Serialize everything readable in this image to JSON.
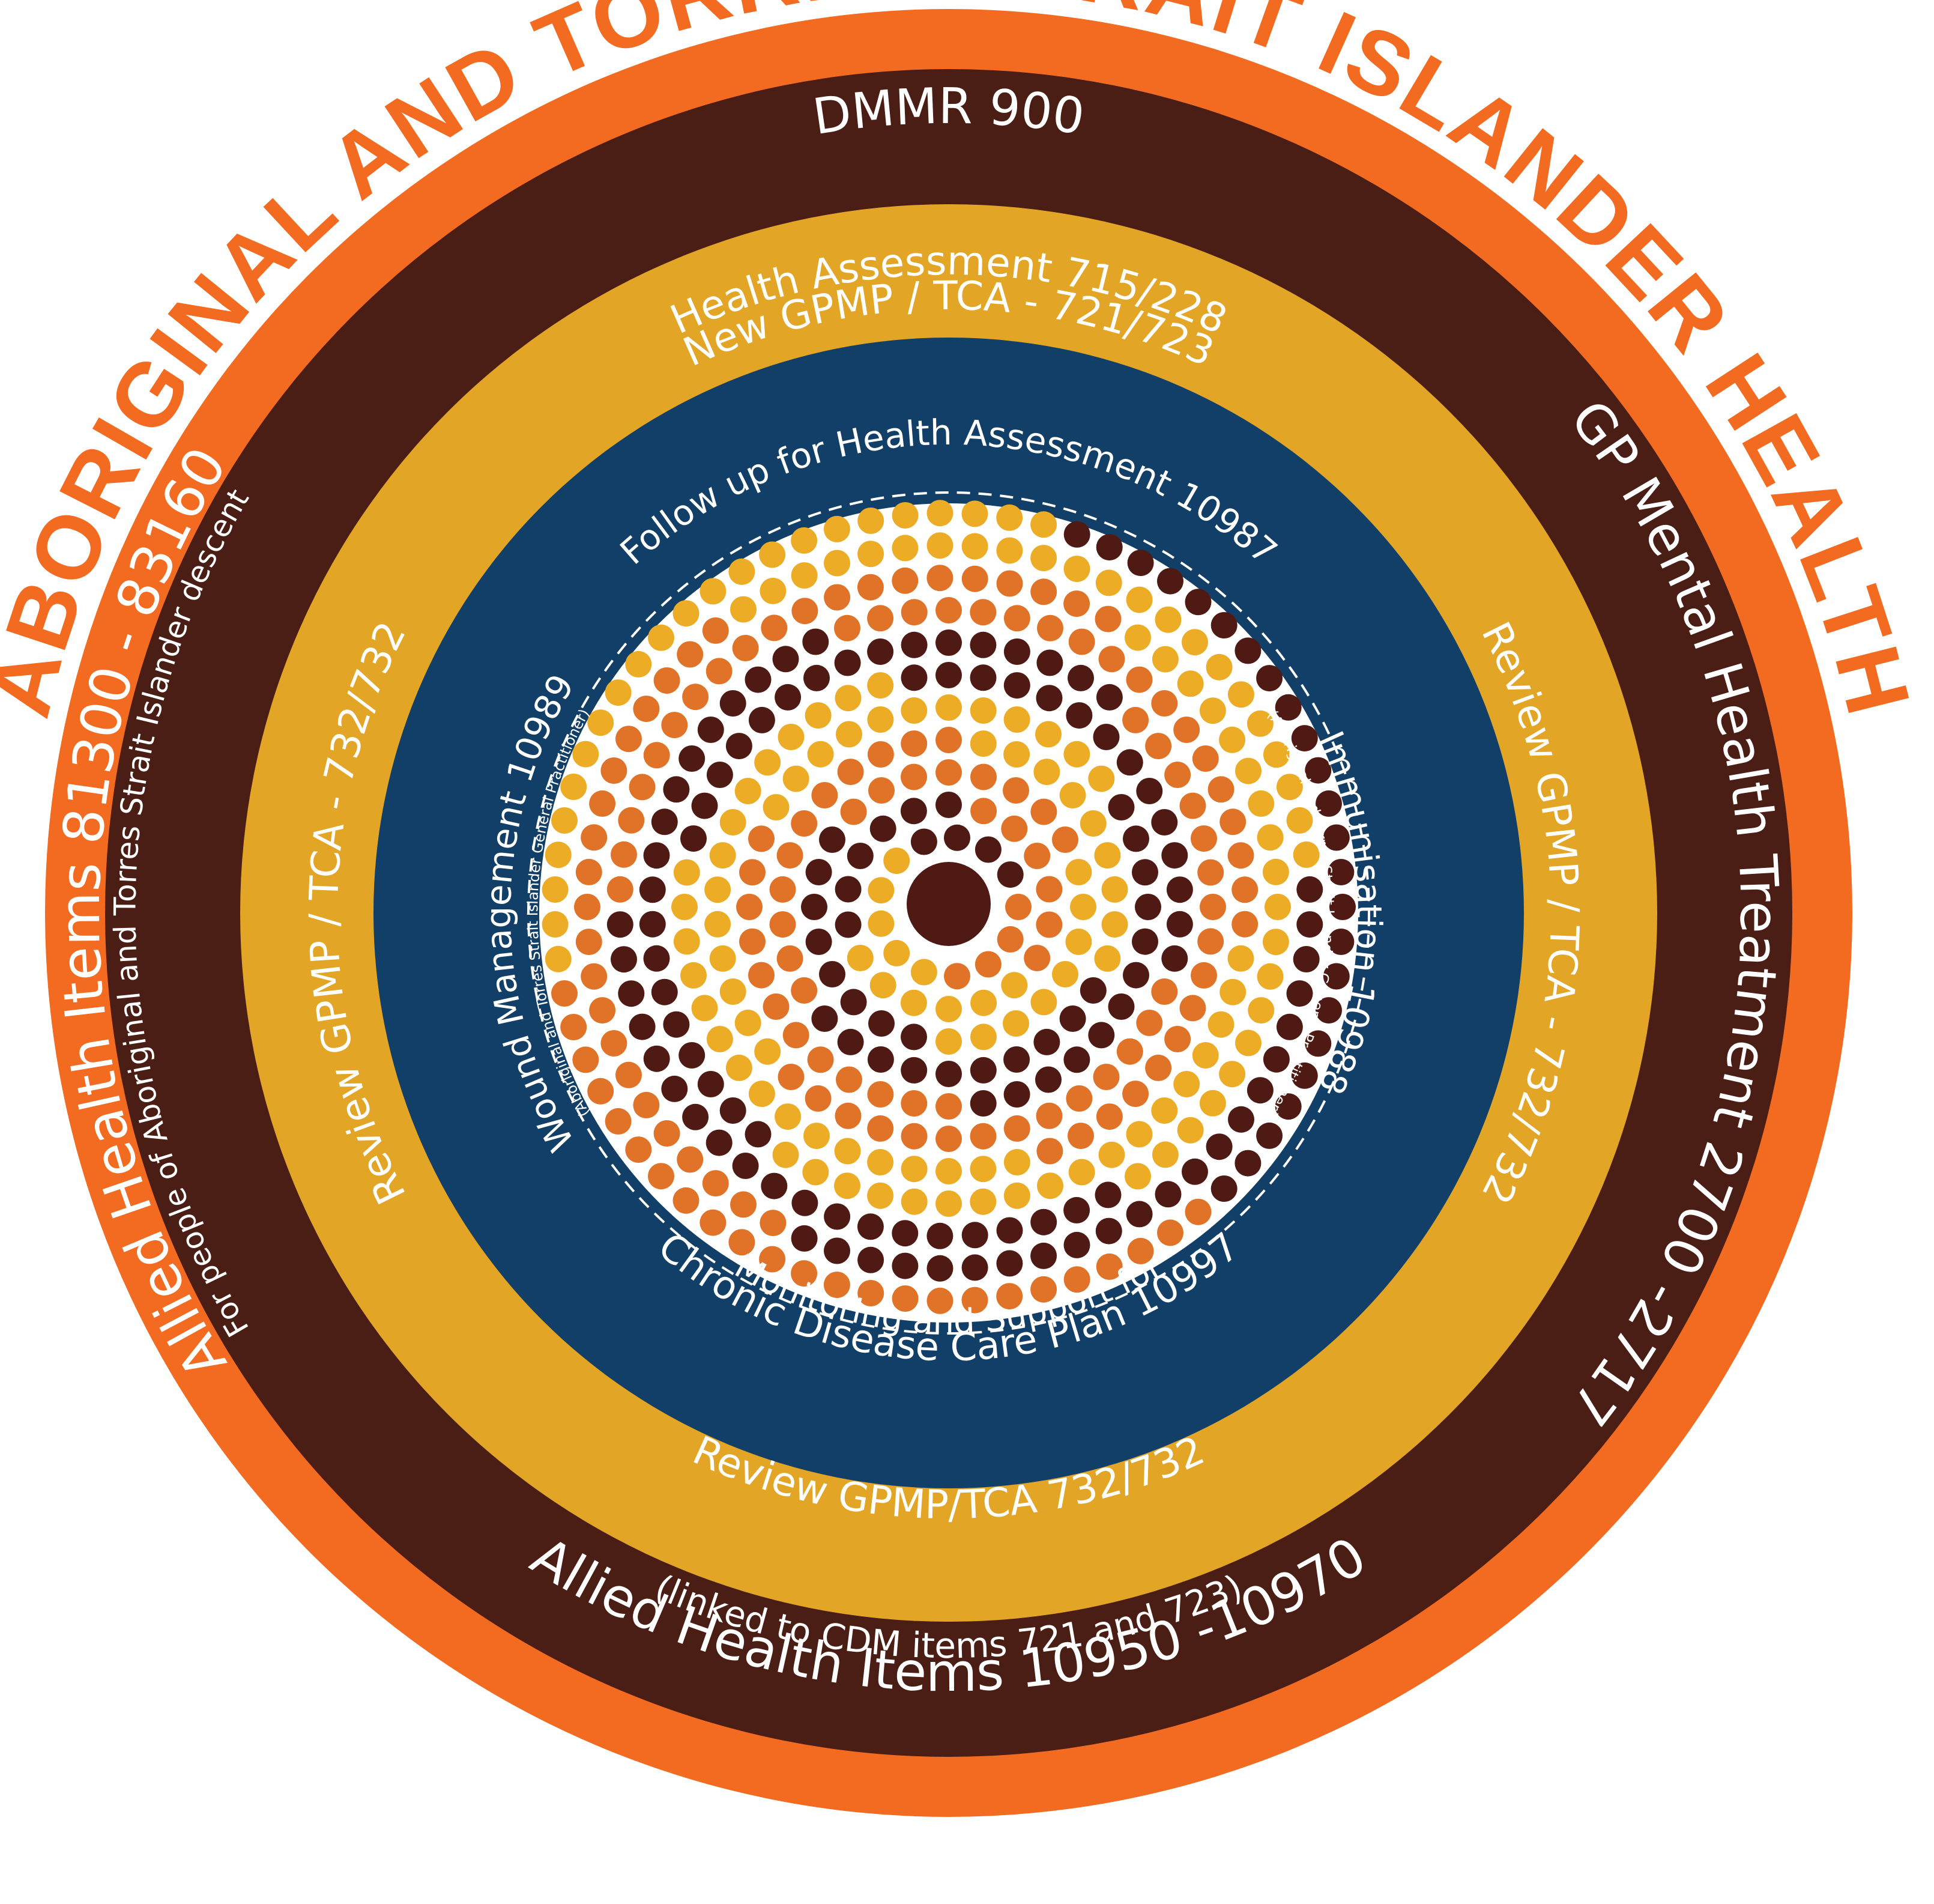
{
  "title": "ABORIGINAL AND TORRES STRAIT ISLANDER HEALTH",
  "colors": {
    "orange": "#F26B21",
    "brown": "#4A1E14",
    "gold": "#E3A526",
    "navy": "#123F67",
    "white": "#FFFFFF",
    "dot_brown": "#4E1A13",
    "dot_orange": "#E07328",
    "dot_gold": "#EDAC25"
  },
  "rings": {
    "outer_brown": {
      "top": "DMMR 900",
      "right": "GP Mental Health Treatment 2700 -2717",
      "left": "Allied Health Items 81300 - 83160",
      "left_sub": "For people of Aboriginal and Torres Strait Islander descent",
      "bottom": "Allied Health Items 10950 -10970",
      "bottom_sub": "(linked to CDM items 721 and 723)"
    },
    "gold": {
      "top_line1": "Health Assessment 715/228",
      "top_line2": "New GPMP / TCA - 721/723",
      "right": "Review GPMP / TCA - 732/732",
      "left": "Review GPMP / TCA - 732/732",
      "bottom": "Review GPMP/TCA 732/732"
    },
    "navy": {
      "top": "Follow up for Health Assessment 10987",
      "right": "Immunisation 10988",
      "right_sub": "(Aboriginal and Torres Strait Islander General Practitioner)",
      "left": "Wound Management 10989",
      "left_sub": "(Aboriginal and Torres Strait Islander General Practitioner)",
      "bottom_line1": "Monitoring and Support for",
      "bottom_line2": "Chronic Disease Care Plan 10997"
    }
  }
}
